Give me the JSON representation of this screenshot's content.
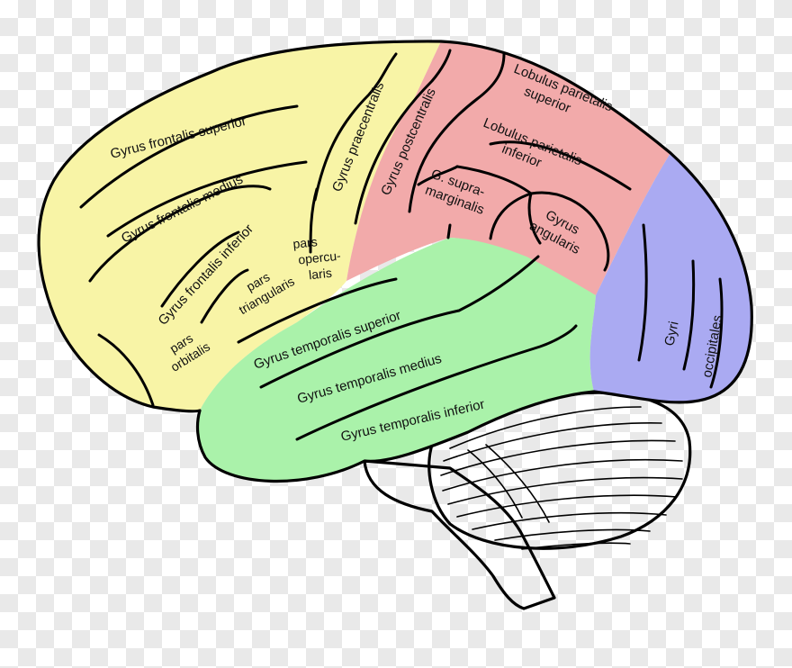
{
  "colors": {
    "frontal": "#f8f4a6",
    "parietal": "#f2aaaa",
    "temporal": "#aaf2aa",
    "occipital": "#aaaaf2",
    "cerebellum": "#ffffff",
    "outline": "#000000"
  },
  "labels": {
    "frontal_superior": "Gyrus frontalis superior",
    "frontal_medius": "Gyrus frontalis medius",
    "frontal_inferior": "Gyrus frontalis inferior",
    "praecentralis": "Gyrus praecentralis",
    "postcentralis": "Gyrus postcentralis",
    "parietal_superior": [
      "Lobulus parietalis",
      "superior"
    ],
    "parietal_inferior": [
      "Lobulus parietalis",
      "inferior"
    ],
    "supramarginalis": [
      "G. supra-",
      "marginalis"
    ],
    "angularis": [
      "Gyrus",
      "angularis"
    ],
    "opercularis": [
      "pars",
      "opercu-",
      "laris"
    ],
    "triangularis": [
      "pars",
      "triangularis"
    ],
    "orbitalis": [
      "pars",
      "orbitalis"
    ],
    "temporal_superior": "Gyrus temporalis superior",
    "temporal_medius": "Gyrus temporalis medius",
    "temporal_inferior": "Gyrus temporalis inferior",
    "occipitales": [
      "Gyri",
      "occipitales"
    ]
  }
}
